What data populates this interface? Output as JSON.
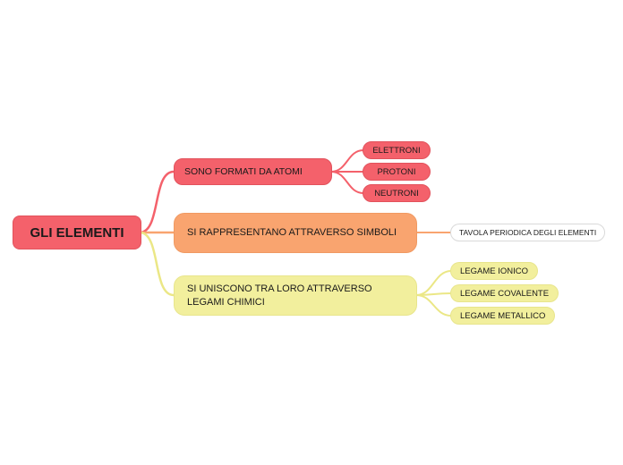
{
  "mindmap": {
    "root": {
      "label": "GLI ELEMENTI"
    },
    "branches": [
      {
        "label": "SONO FORMATI DA ATOMI",
        "children": [
          {
            "label": "ELETTRONI"
          },
          {
            "label": "PROTONI"
          },
          {
            "label": "NEUTRONI"
          }
        ]
      },
      {
        "label": "SI RAPPRESENTANO ATTRAVERSO SIMBOLI",
        "children": [
          {
            "label": "TAVOLA PERIODICA DEGLI ELEMENTI"
          }
        ]
      },
      {
        "label": "SI UNISCONO TRA LORO ATTRAVERSO LEGAMI CHIMICI",
        "children": [
          {
            "label": "LEGAME IONICO"
          },
          {
            "label": "LEGAME COVALENTE"
          },
          {
            "label": "LEGAME METALLICO"
          }
        ]
      }
    ]
  },
  "colors": {
    "red": "#f4616b",
    "orange": "#f9a46f",
    "yellow": "#f2ef9d",
    "yellow_line": "#ebe786",
    "text": "#1a1a1a",
    "background": "#ffffff"
  }
}
